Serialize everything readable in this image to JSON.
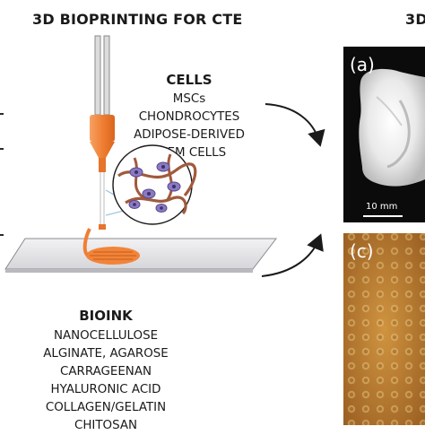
{
  "left_heading": "3D BIOPRINTING FOR CTE",
  "right_heading": "3D",
  "cells": {
    "title": "CELLS",
    "items": [
      "MSCs",
      "CHONDROCYTES",
      "ADIPOSE-DERIVED",
      "STEM CELLS"
    ]
  },
  "bioink": {
    "title": "BIOINK",
    "items": [
      "NANOCELLULOSE",
      "ALGINATE, AGAROSE",
      "CARRAGEENAN",
      "HYALURONIC ACID",
      "COLLAGEN/GELATIN",
      "CHITOSAN"
    ]
  },
  "panels": {
    "a_label": "(a)",
    "c_label": "(c)",
    "scalebar_text": "10 mm"
  },
  "colors": {
    "accent": "#f2843a",
    "nozzle": "#f07f33",
    "plate": "#e8e8ea",
    "photo_a_bg": "#0b0b0b",
    "photo_c_bg": "#b8792e"
  }
}
